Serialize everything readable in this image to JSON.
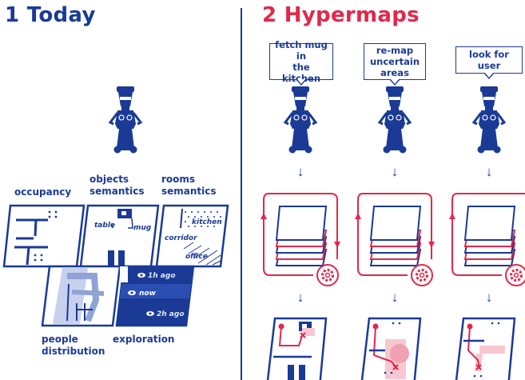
{
  "sections": {
    "today": {
      "title": "1 Today"
    },
    "hypermaps": {
      "title": "2 Hypermaps"
    }
  },
  "today_labels": {
    "occupancy": "occupancy",
    "objects_semantics": [
      "objects",
      "semantics"
    ],
    "rooms_semantics": [
      "rooms",
      "semantics"
    ],
    "people_distribution": [
      "people",
      "distribution"
    ],
    "exploration": "exploration"
  },
  "map_text": {
    "table": "table",
    "mug": "mug",
    "kitchen": "kitchen",
    "corridor": "corridor",
    "office": "office",
    "ago_1h": "1h ago",
    "now": "now",
    "ago_2h": "2h ago"
  },
  "tasks": [
    {
      "lines": [
        "fetch mug in",
        "the kitchen"
      ]
    },
    {
      "lines": [
        "re-map",
        "uncertain",
        "areas"
      ]
    },
    {
      "lines": [
        "look for user"
      ]
    }
  ],
  "colors": {
    "blue": "#1a3a96",
    "red": "#e1284b",
    "light_blue": "#8fa3d6",
    "pink": "#f7c8d2"
  },
  "icons": {
    "robot": "robot-icon",
    "gear": "gear-icon",
    "eye": "eye-icon",
    "arrow": "down-arrow-icon"
  }
}
